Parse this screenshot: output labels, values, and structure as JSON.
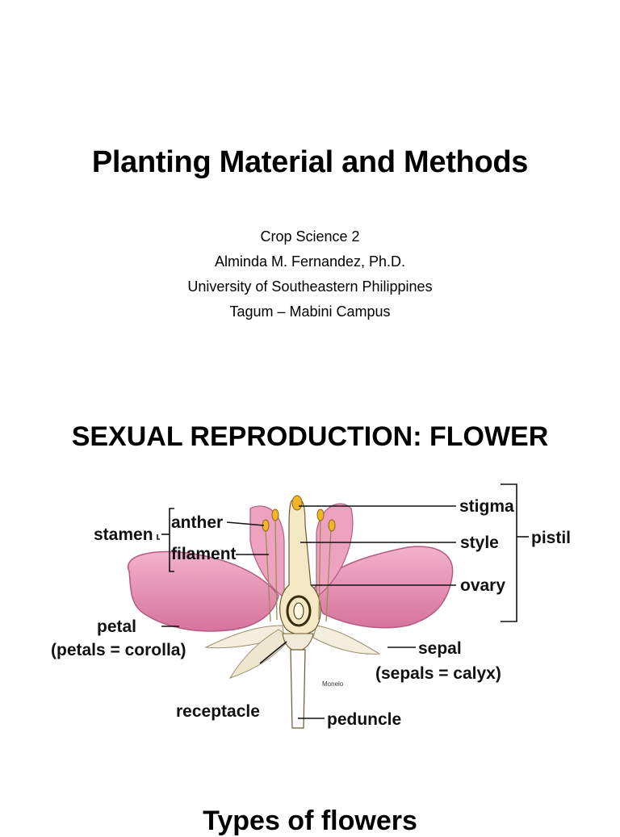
{
  "slide1": {
    "title": "Planting Material and Methods",
    "subtitle_lines": [
      "Crop Science 2",
      "Alminda M. Fernandez, Ph.D.",
      "University of Southeastern Philippines",
      "Tagum – Mabini Campus"
    ]
  },
  "slide2": {
    "title": "SEXUAL REPRODUCTION: FLOWER",
    "diagram": {
      "labels": {
        "stamen": "stamen",
        "anther": "anther",
        "filament": "filament",
        "petal": "petal",
        "petal_note": "(petals = corolla)",
        "receptacle": "receptacle",
        "peduncle": "peduncle",
        "stigma": "stigma",
        "style": "style",
        "ovary": "ovary",
        "pistil": "pistil",
        "sepal": "sepal",
        "sepal_note": "(sepals = calyx)"
      },
      "credit": "Monelo",
      "colors": {
        "petal": "#e98bb0",
        "petal_dark": "#c85a86",
        "sepal": "#f4eedf",
        "stalk": "#ffffff",
        "line": "#111111"
      }
    }
  },
  "slide3": {
    "title": "Types of flowers"
  }
}
